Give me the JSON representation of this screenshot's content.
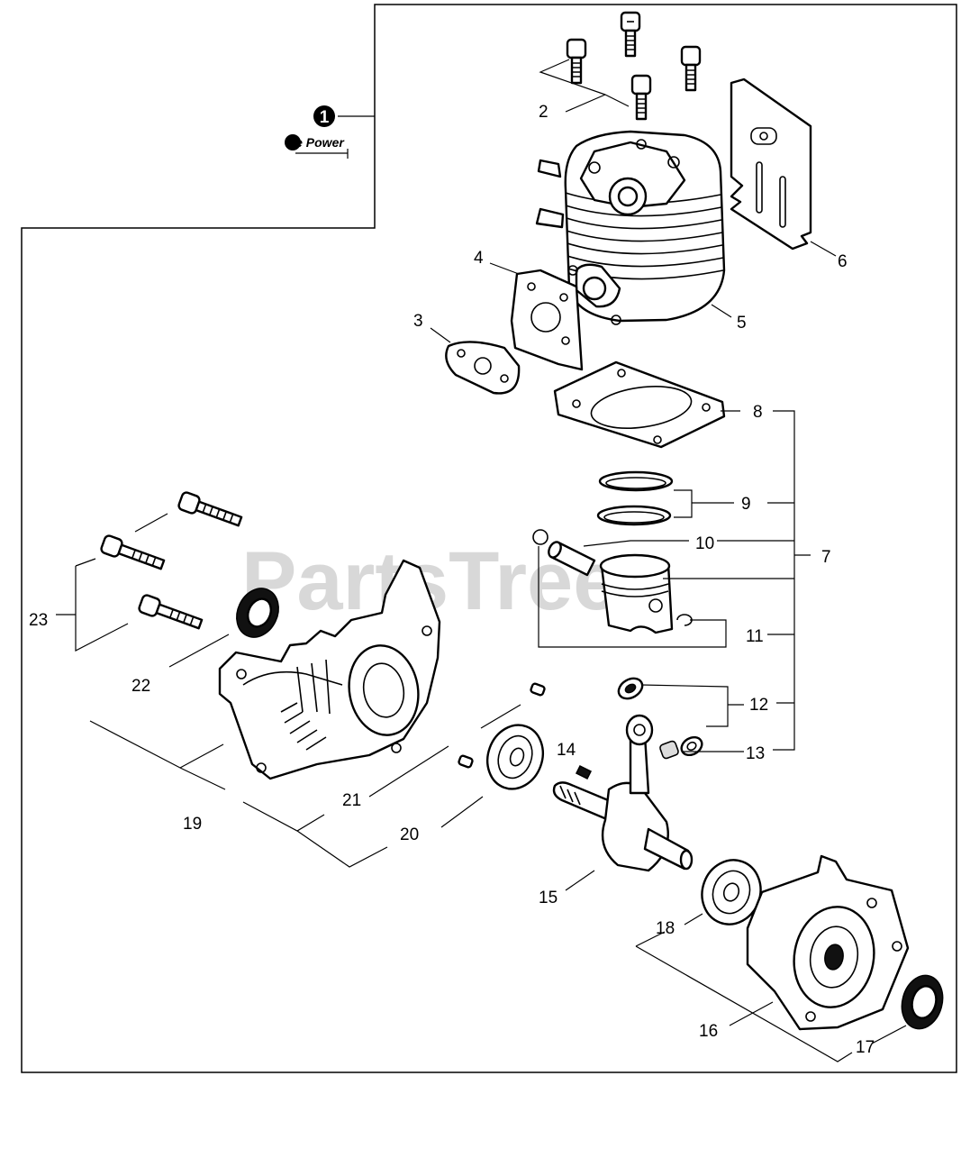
{
  "watermark": "PartsTree",
  "badge": {
    "number": "1",
    "label": "Re Power"
  },
  "callouts": [
    {
      "id": "c2",
      "text": "2"
    },
    {
      "id": "c3",
      "text": "3"
    },
    {
      "id": "c4",
      "text": "4"
    },
    {
      "id": "c5",
      "text": "5"
    },
    {
      "id": "c6",
      "text": "6"
    },
    {
      "id": "c7",
      "text": "7"
    },
    {
      "id": "c8",
      "text": "8"
    },
    {
      "id": "c9",
      "text": "9"
    },
    {
      "id": "c10",
      "text": "10"
    },
    {
      "id": "c11",
      "text": "11"
    },
    {
      "id": "c12",
      "text": "12"
    },
    {
      "id": "c13",
      "text": "13"
    },
    {
      "id": "c14",
      "text": "14"
    },
    {
      "id": "c15",
      "text": "15"
    },
    {
      "id": "c16",
      "text": "16"
    },
    {
      "id": "c17",
      "text": "17"
    },
    {
      "id": "c18",
      "text": "18"
    },
    {
      "id": "c19",
      "text": "19"
    },
    {
      "id": "c20",
      "text": "20"
    },
    {
      "id": "c21",
      "text": "21"
    },
    {
      "id": "c22",
      "text": "22"
    },
    {
      "id": "c23",
      "text": "23"
    }
  ]
}
